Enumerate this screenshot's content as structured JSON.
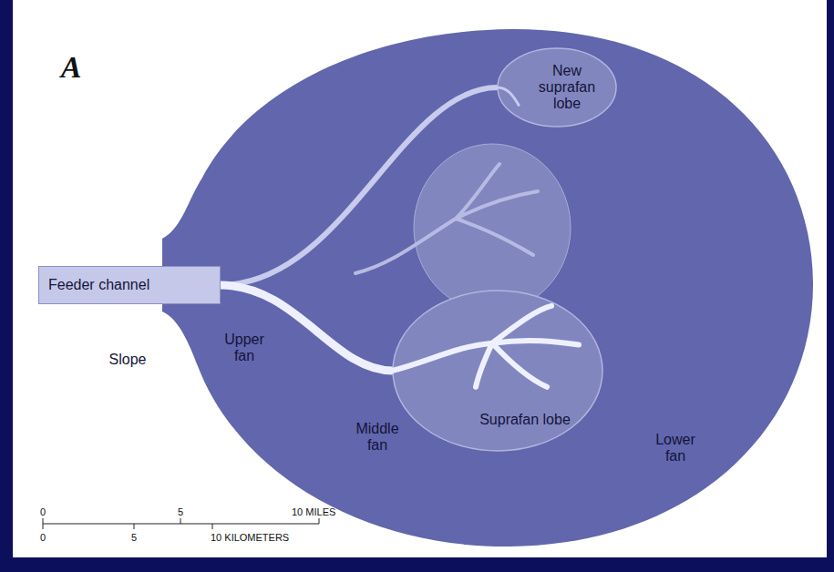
{
  "diagram": {
    "nodes": [
      {
        "text": [
          "Feeder channel"
        ]
      },
      {
        "text": [
          "New suprafan lobe"
        ]
      },
      {
        "text": [
          "Suprafan lobe"
        ]
      }
    ],
    "edges": [
      {
        "from": 0,
        "to": 1,
        "arrow": "none"
      },
      {
        "from": 0,
        "to": 2,
        "arrow": "none"
      }
    ],
    "labels": [
      "A",
      "Upper fan",
      "Slope",
      "Middle fan",
      "Lower fan",
      "0",
      "5",
      "10 MILES",
      "0",
      "5",
      "10 KILOMETERS"
    ]
  }
}
